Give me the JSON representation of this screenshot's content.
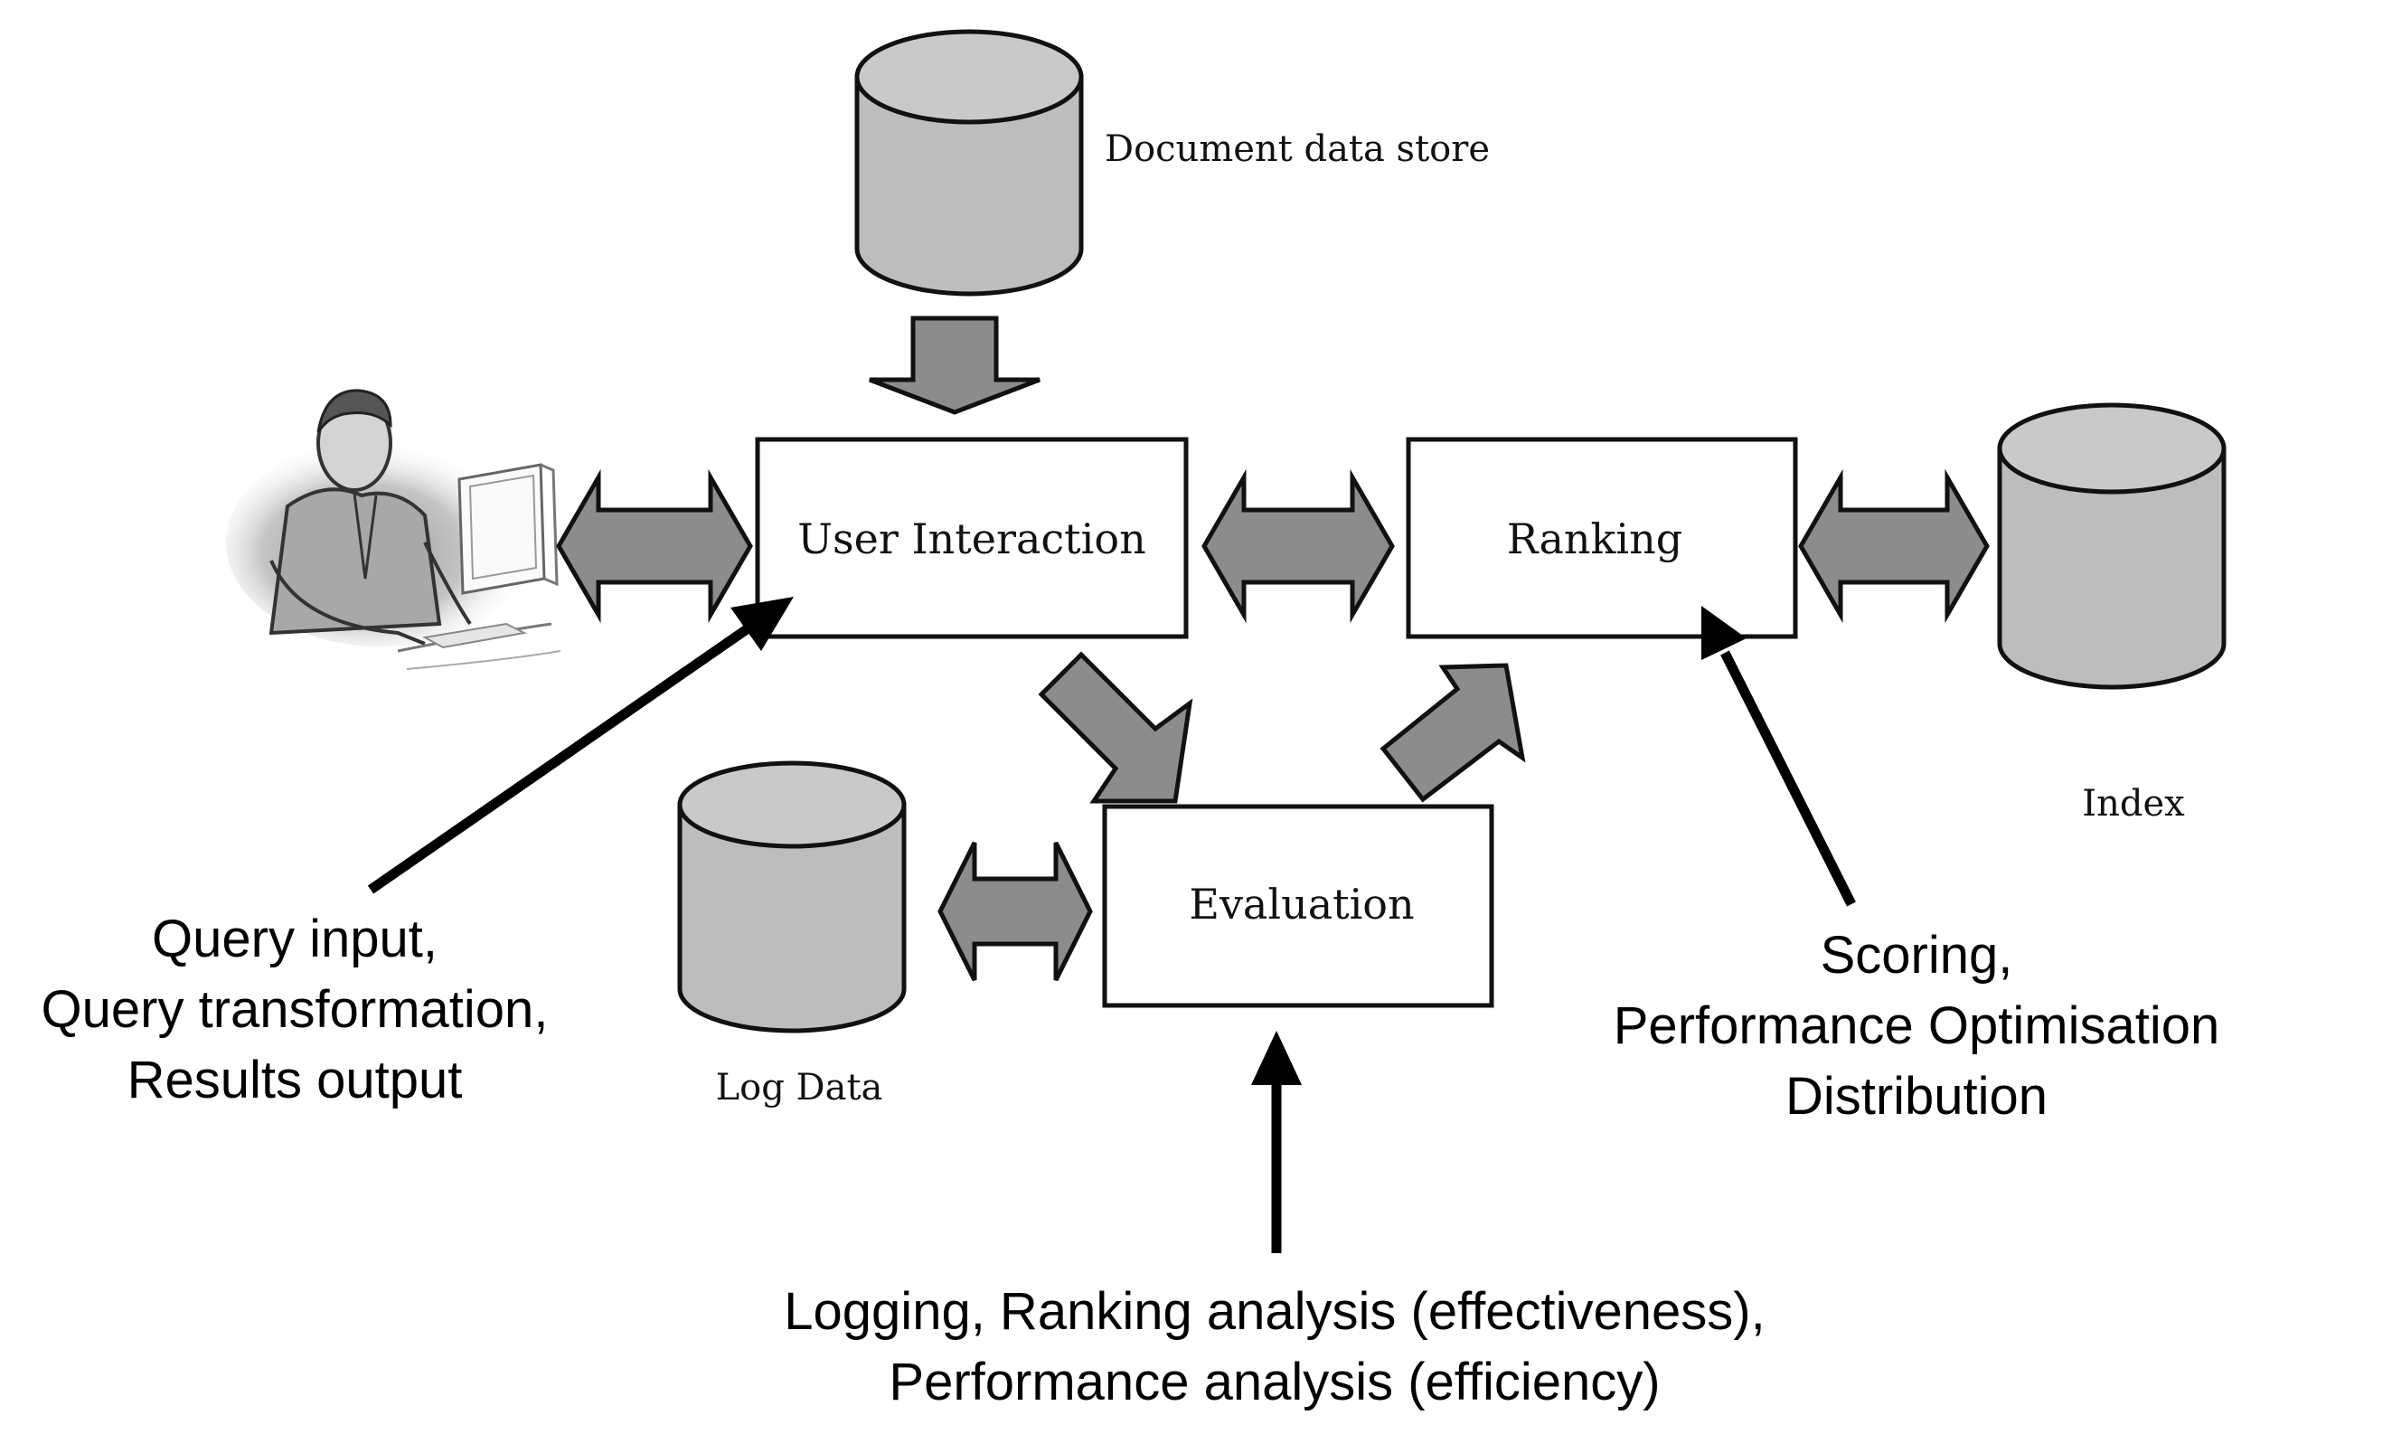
{
  "components": {
    "user_interaction": "User Interaction",
    "ranking": "Ranking",
    "evaluation": "Evaluation"
  },
  "stores": {
    "document": "Document data store",
    "index": "Index",
    "log": "Log Data"
  },
  "annotations": {
    "user_interaction": [
      "Query input,",
      "Query transformation,",
      "Results output"
    ],
    "ranking": [
      "Scoring,",
      "Performance Optimisation",
      "Distribution"
    ],
    "evaluation": [
      "Logging, Ranking analysis (effectiveness),",
      "Performance analysis (efficiency)"
    ]
  },
  "colors": {
    "db_fill": "#bdbdbd",
    "db_top": "#c9c9c9",
    "arrow_fill": "#8c8c8c",
    "stroke": "#000000",
    "box_fill": "#ffffff"
  },
  "icons": {
    "user": "user-at-computer-icon"
  }
}
